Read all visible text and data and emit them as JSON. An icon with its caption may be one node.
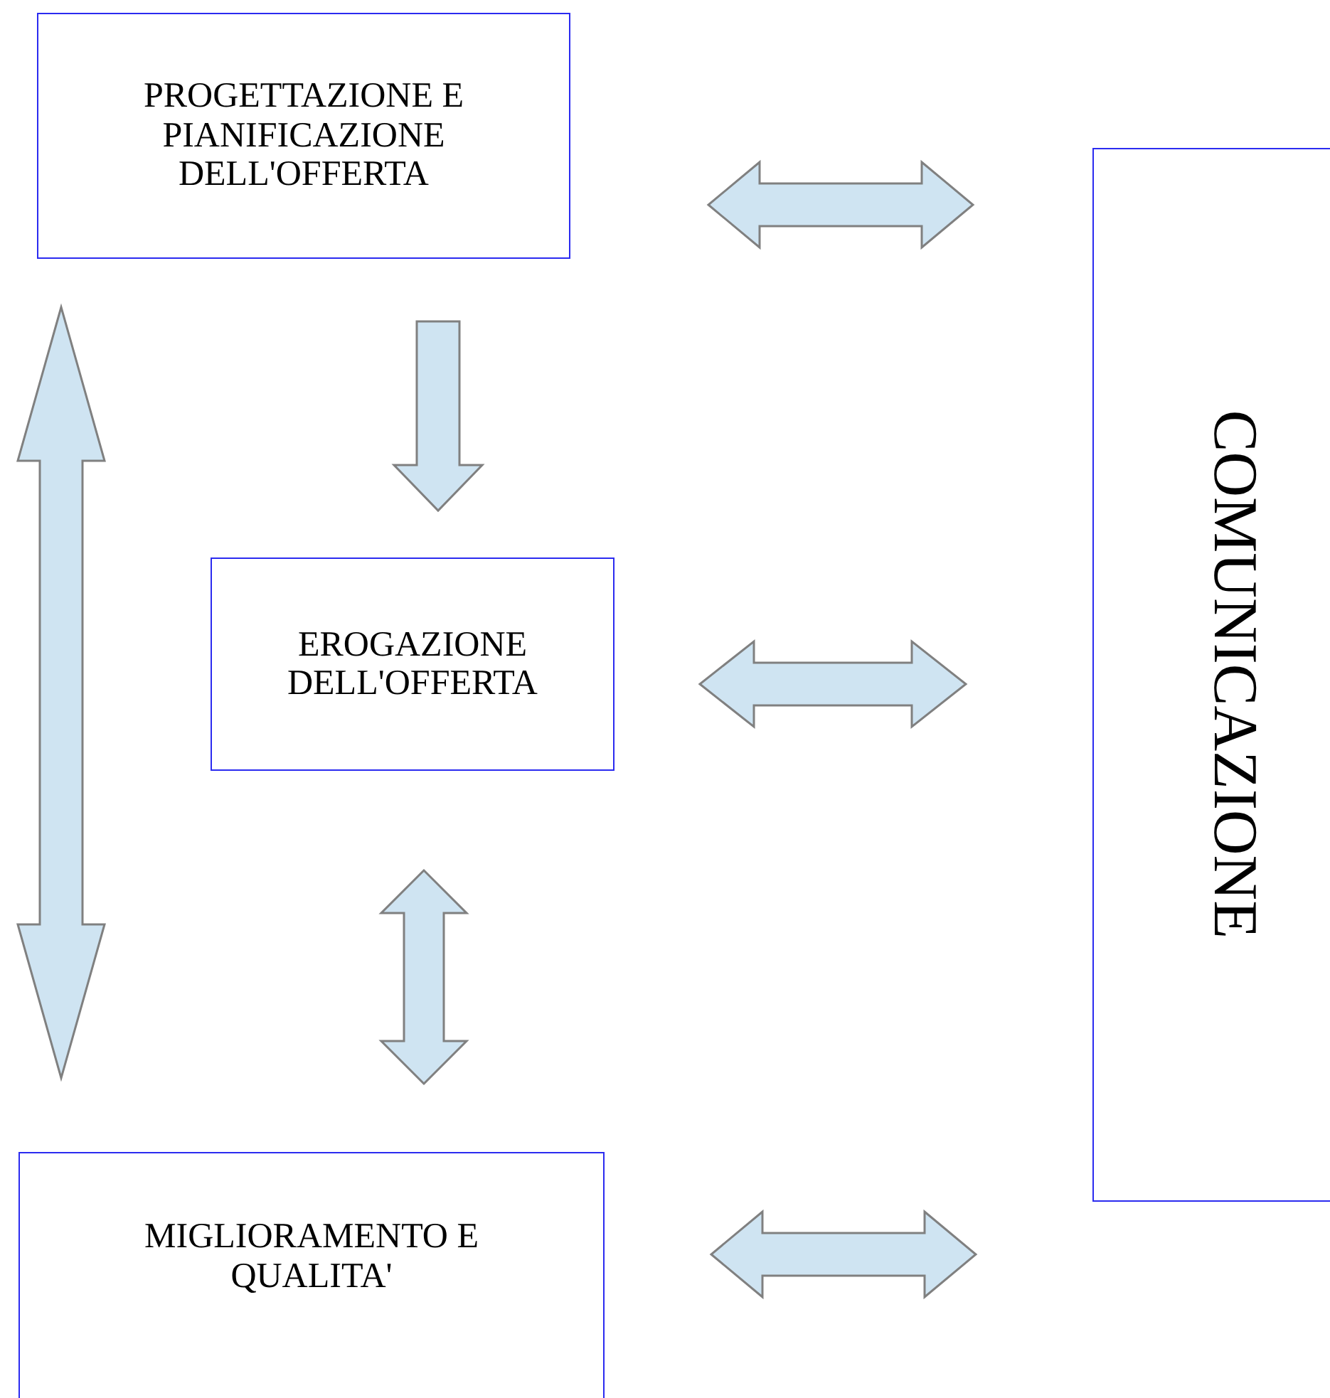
{
  "diagram": {
    "nodes": [
      {
        "text": [
          "PROGETTAZIONE E PIANIFICAZIONE DELL'OFFERTA"
        ]
      },
      {
        "text": [
          "EROGAZIONE DELL'OFFERTA"
        ]
      },
      {
        "text": [
          "MIGLIORAMENTO E QUALITA'"
        ]
      },
      {
        "text": [
          "COMUNICAZIONE"
        ]
      }
    ],
    "edges": [
      {
        "from": 0,
        "to": 3,
        "arrow": "both"
      },
      {
        "from": 0,
        "to": 1,
        "arrow": "to"
      },
      {
        "from": 1,
        "to": 3,
        "arrow": "both"
      },
      {
        "from": 1,
        "to": 2,
        "arrow": "both"
      },
      {
        "from": 0,
        "to": 2,
        "arrow": "both"
      },
      {
        "from": 2,
        "to": 3,
        "arrow": "both"
      }
    ]
  }
}
